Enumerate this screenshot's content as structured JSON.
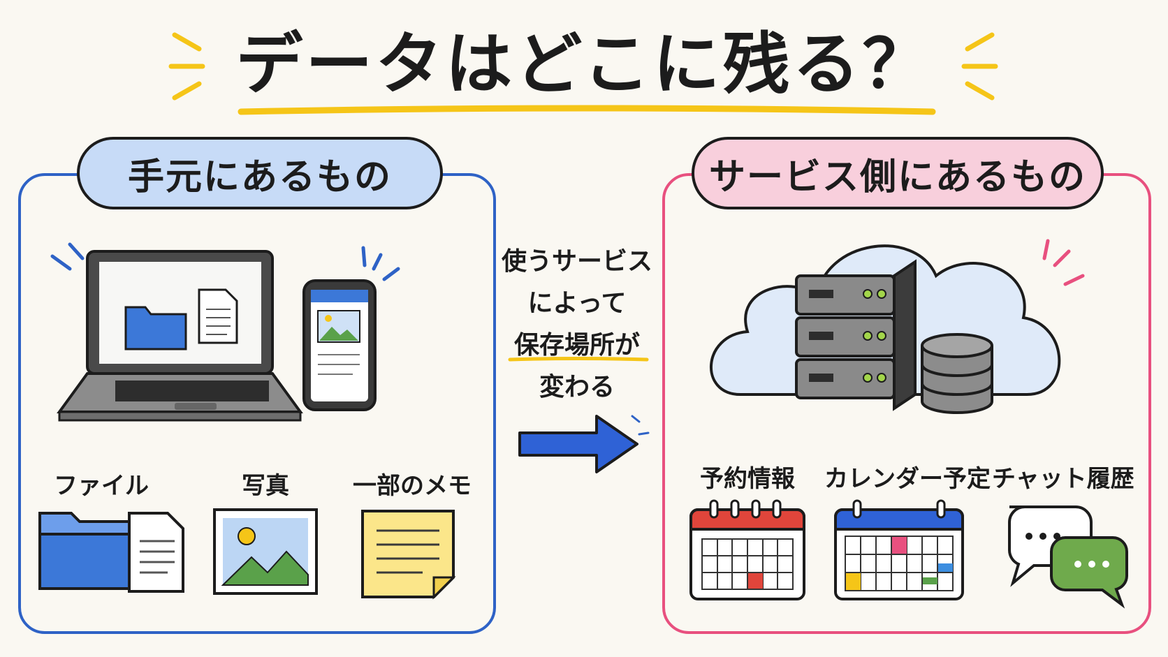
{
  "title": "データはどこに残る？",
  "local": {
    "heading": "手元にあるもの",
    "items": [
      {
        "label": "ファイル",
        "icon": "folder-document-icon"
      },
      {
        "label": "写真",
        "icon": "photo-icon"
      },
      {
        "label": "一部のメモ",
        "icon": "memo-note-icon"
      }
    ]
  },
  "middle": {
    "lines": [
      "使うサービス",
      "によって",
      "保存場所が",
      "変わる"
    ]
  },
  "service": {
    "heading": "サービス側にあるもの",
    "items": [
      {
        "label": "予約情報",
        "icon": "calendar-icon"
      },
      {
        "label": "カレンダー予定",
        "icon": "calendar-events-icon"
      },
      {
        "label": "チャット履歴",
        "icon": "chat-bubbles-icon"
      }
    ]
  },
  "colors": {
    "local_accent": "#2e62c6",
    "local_fill": "#c7dbf7",
    "service_accent": "#e8507f",
    "service_fill": "#f8cfdc",
    "title_underline": "#f5c518",
    "arrow": "#2f62d6"
  }
}
